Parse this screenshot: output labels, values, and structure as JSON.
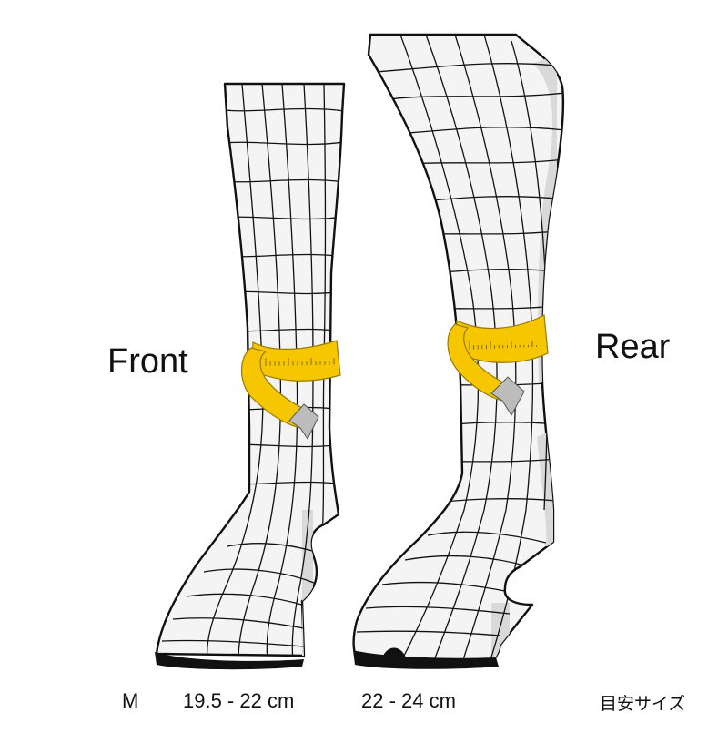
{
  "labels": {
    "front": "Front",
    "rear": "Rear",
    "size": "M",
    "front_range": "19.5 - 22 cm",
    "rear_range": "22 - 24 cm",
    "note": "目安サイズ"
  },
  "colors": {
    "outline": "#111111",
    "leg_fill": "#f4f4f4",
    "shade": "#d9d9d9",
    "tape_fill": "#f6c600",
    "tape_edge": "#9a7b00",
    "tape_end": "#bcbcbc",
    "hoof_sole": "#111111"
  },
  "icons": [
    "front-leg-icon",
    "rear-leg-icon",
    "measuring-tape-icon"
  ]
}
